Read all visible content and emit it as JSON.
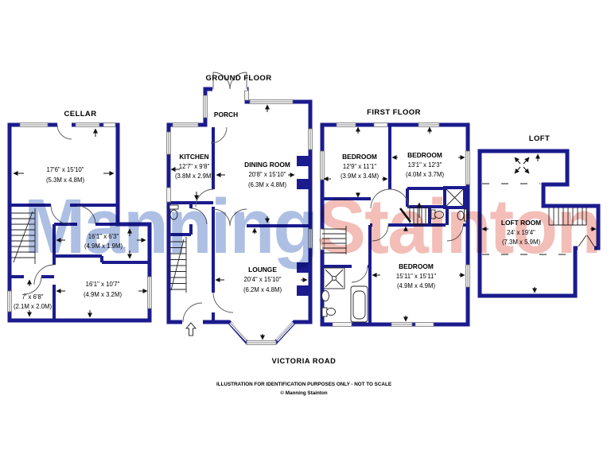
{
  "floors": [
    {
      "title": "CELLAR",
      "rooms": [
        {
          "dims": "17'6\" x 15'10\"",
          "metric": "(5.3M x 4.8M)"
        },
        {
          "dims": "16'1\" x 6'3\"",
          "metric": "(4.9M x 1.9M)"
        },
        {
          "dims": "16'1\" x 10'7\"",
          "metric": "(4.9M x 3.2M)"
        },
        {
          "dims": "7' x 6'8\"",
          "metric": "(2.1M x 2.0M)"
        }
      ]
    },
    {
      "title": "GROUND FLOOR",
      "rooms": [
        {
          "name": "PORCH",
          "dims": "",
          "metric": ""
        },
        {
          "name": "KITCHEN",
          "dims": "12'7\" x 9'8\"",
          "metric": "(3.8M x 2.9M)"
        },
        {
          "name": "DINING ROOM",
          "dims": "20'8\" x 15'10\"",
          "metric": "(6.3M x 4.8M)"
        },
        {
          "name": "LOUNGE",
          "dims": "20'4\" x 15'10\"",
          "metric": "(6.2M x 4.8M)"
        }
      ]
    },
    {
      "title": "FIRST FLOOR",
      "rooms": [
        {
          "name": "BEDROOM",
          "dims": "12'9\" x 11'1\"",
          "metric": "(3.9M x 3.4M)"
        },
        {
          "name": "BEDROOM",
          "dims": "13'1\" x 12'3\"",
          "metric": "(4.0M x 3.7M)"
        },
        {
          "name": "BEDROOM",
          "dims": "15'11\" x 15'11\"",
          "metric": "(4.9M x 4.9M)"
        }
      ]
    },
    {
      "title": "LOFT",
      "rooms": [
        {
          "name": "LOFT ROOM",
          "dims": "24' x 19'4\"",
          "metric": "(7.3M x 5.9M)"
        }
      ]
    }
  ],
  "watermark": {
    "first": "Manning",
    "second": "Stainton",
    "first_color": "#aebfe4",
    "second_color": "#f3beb8"
  },
  "footer": {
    "road": "VICTORIA ROAD",
    "disclaimer": "ILLUSTRATION FOR IDENTIFICATION PURPOSES ONLY - NOT TO SCALE",
    "copyright": "© Manning Stainton"
  },
  "colors": {
    "wall": "#1b1b8e",
    "window_fill": "#f2f2f2"
  }
}
